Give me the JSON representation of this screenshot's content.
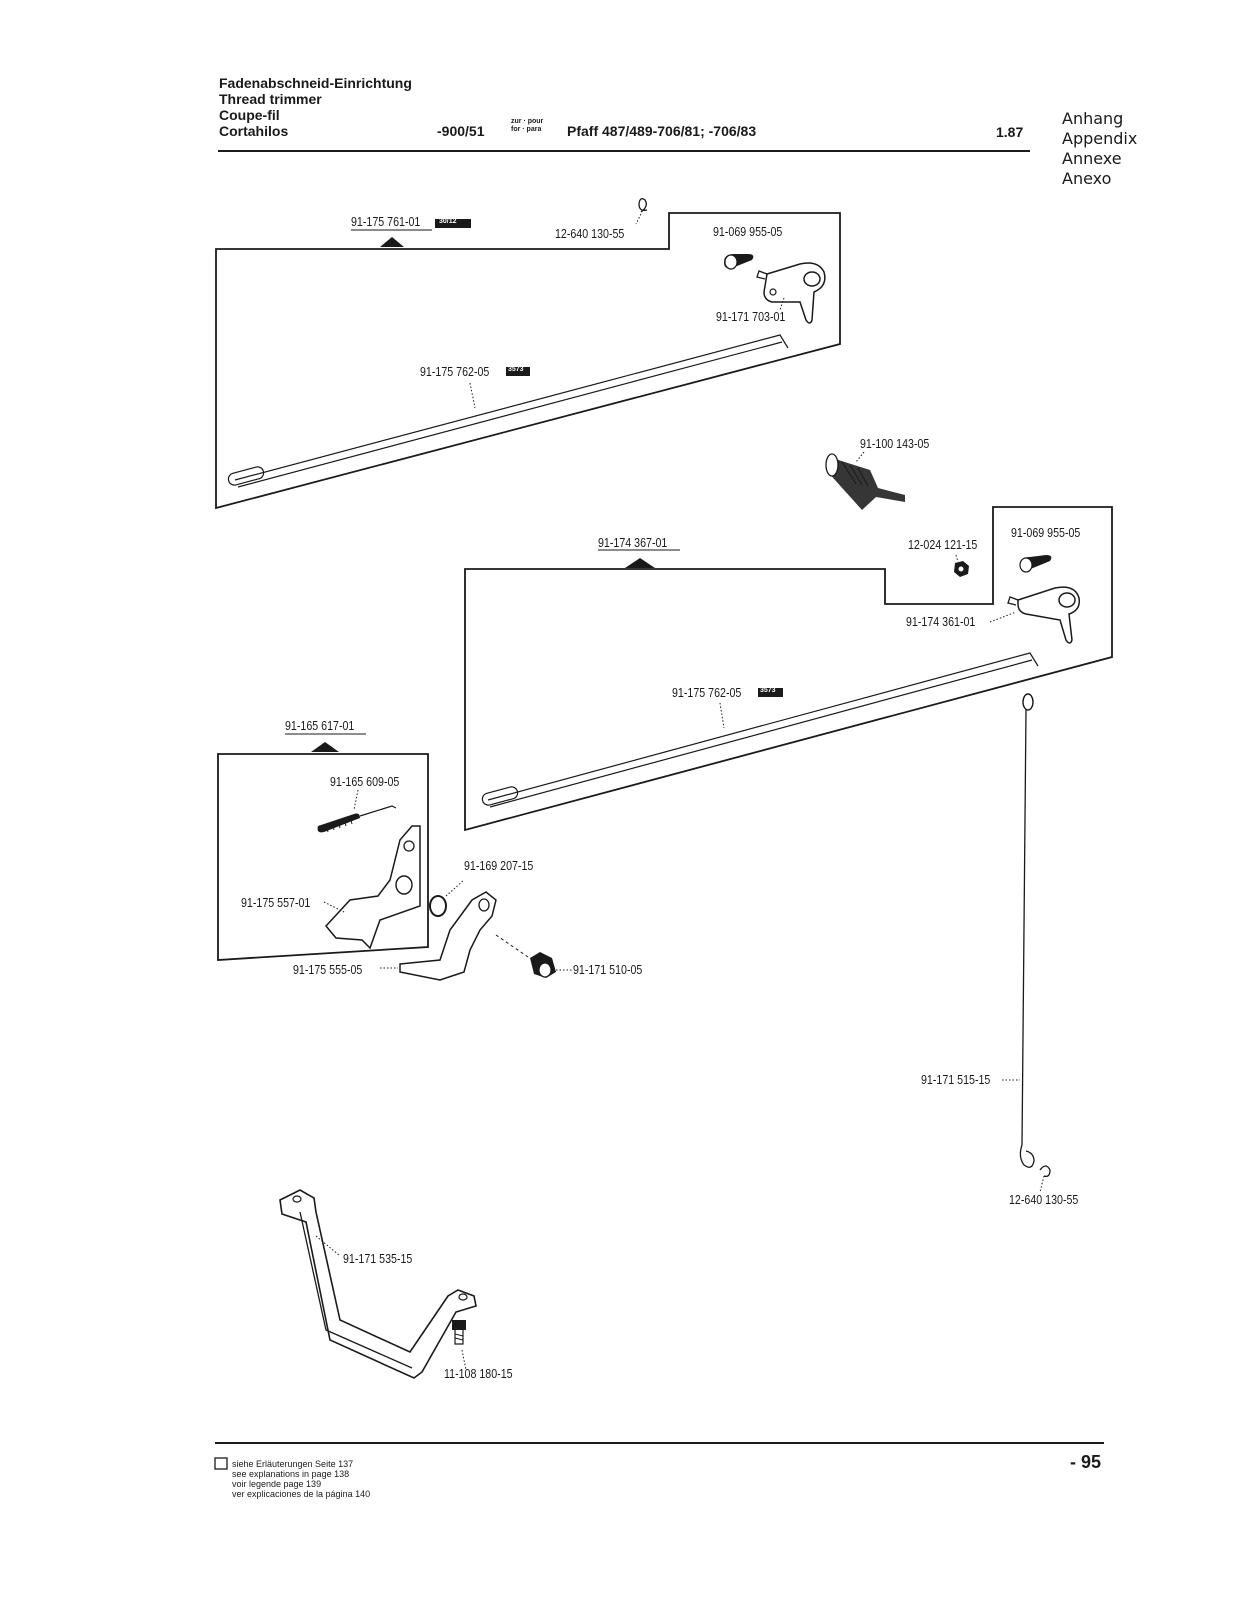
{
  "header": {
    "title_lines": [
      "Fadenabschneid-Einrichtung",
      "Thread trimmer",
      "Coupe-fil",
      "Cortahilos"
    ],
    "model_code": "-900/51",
    "for_label_top": "zur · pour",
    "for_label_bottom": "for · para",
    "machine": "Pfaff 487/489-706/81; -706/83",
    "date": "1.87",
    "appendix": [
      "Anhang",
      "Appendix",
      "Annexe",
      "Anexo"
    ]
  },
  "badges": {
    "b3012": "30/12",
    "b3573": "3573"
  },
  "parts": {
    "assembly_1": "91-175 761-01",
    "p_12_640_a": "12-640 130-55",
    "p_91_069_a": "91-069 955-05",
    "p_91_171_703": "91-171 703-01",
    "p_91_175_762_a": "91-175 762-05",
    "p_91_100_143": "91-100 143-05",
    "assembly_2": "91-174 367-01",
    "p_12_024": "12-024 121-15",
    "p_91_069_b": "91-069 955-05",
    "p_91_174_361": "91-174 361-01",
    "p_91_175_762_b": "91-175 762-05",
    "assembly_3": "91-165 617-01",
    "p_91_165_609": "91-165 609-05",
    "p_91_169_207": "91-169 207-15",
    "p_91_175_557": "91-175 557-01",
    "p_91_175_555": "91-175 555-05",
    "p_91_171_510": "91-171 510-05",
    "p_91_171_515": "91-171 515-15",
    "p_12_640_b": "12-640 130-55",
    "p_91_171_535": "91-171 535-15",
    "p_11_108": "11-108 180-15"
  },
  "footer": {
    "notes": [
      "siehe Erläuterungen Seite 137",
      "see explanations in page 138",
      "voir legende page 139",
      "ver explicaciones de la página 140"
    ],
    "page_number": "- 95"
  }
}
